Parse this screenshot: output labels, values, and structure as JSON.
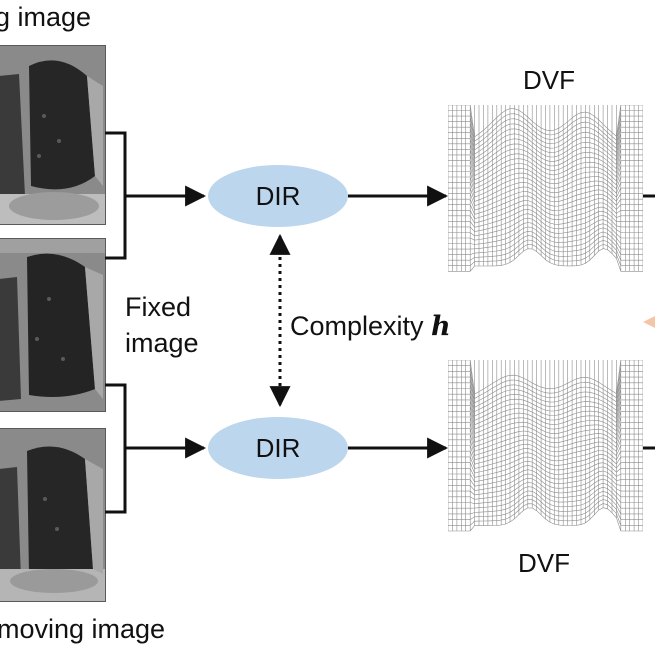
{
  "captions": {
    "top": "g image",
    "bottom": "moving image",
    "fixed_line1": "Fixed",
    "fixed_line2": "image",
    "complexity_text": "Complexity ",
    "complexity_symbol": "h"
  },
  "nodes": {
    "dir_top": "DIR",
    "dir_bottom": "DIR",
    "dvf_top": "DVF",
    "dvf_bottom": "DVF"
  },
  "colors": {
    "dir_fill": "#bcd6ee",
    "accent_partial": "#f4c6a5",
    "line": "#111111"
  }
}
